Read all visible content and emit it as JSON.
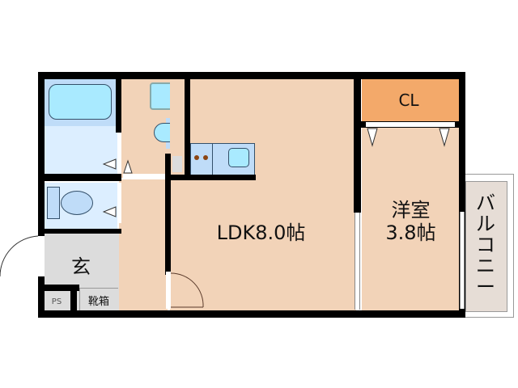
{
  "floorplan": {
    "rooms": {
      "ldk": {
        "label": "LDK8.0帖"
      },
      "western": {
        "line1": "洋室",
        "line2": "3.8帖"
      },
      "closet": {
        "label": "CL"
      },
      "balcony": {
        "label": "バルコニー"
      },
      "entrance": {
        "label": "玄"
      },
      "shoe_box": {
        "label": "靴箱"
      },
      "pipe_space": {
        "label": "PS"
      }
    },
    "colors": {
      "wall": "#000000",
      "floor_wood": "#f2d3b8",
      "closet": "#f3a96a",
      "wet_area": "#dceeff",
      "fixture": "#a9eaff",
      "entrance": "#dcdcdc",
      "balcony": "#e6ddd6"
    }
  }
}
